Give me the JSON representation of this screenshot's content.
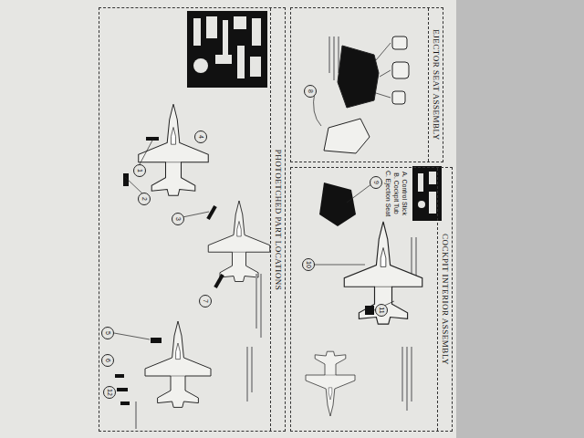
{
  "diagram": {
    "nodes": [
      {
        "text": [
          "PHOTOETCHED PART LOCATIONS"
        ]
      },
      {
        "text": [
          "EJECTOR SEAT ASSEMBLY"
        ]
      },
      {
        "text": [
          "COCKPIT INTERIOR ASSEMBLY"
        ]
      }
    ],
    "labels": [
      "A. Control Stick",
      "B. Cockpit Tub",
      "C. Ejection Seat",
      "1",
      "2",
      "3",
      "4",
      "5",
      "6",
      "7",
      "8",
      "9",
      "10",
      "11",
      "12"
    ]
  }
}
